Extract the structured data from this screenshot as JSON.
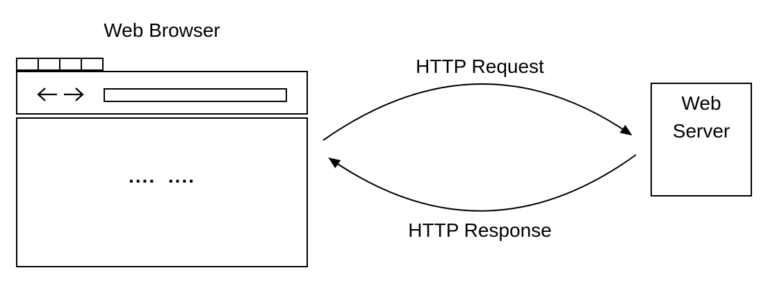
{
  "diagram": {
    "browser": {
      "title": "Web Browser",
      "tabs_count": 4,
      "content_placeholder": ".... ...."
    },
    "server": {
      "label": "Web Server"
    },
    "exchange": {
      "request_label": "HTTP Request",
      "response_label": "HTTP Response"
    },
    "colors": {
      "line": "#000000",
      "background": "#ffffff"
    }
  }
}
